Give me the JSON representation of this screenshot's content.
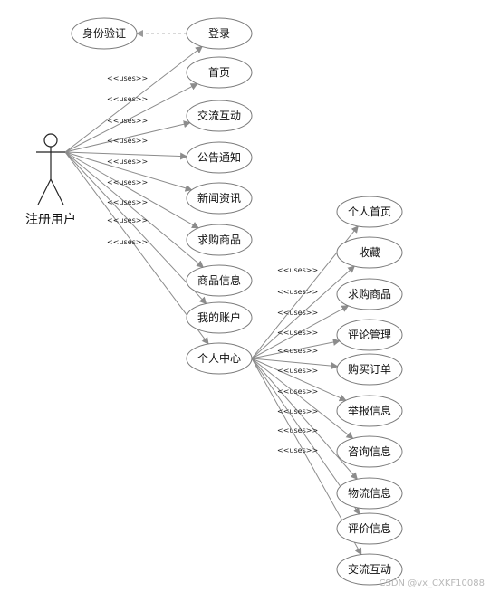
{
  "actor": {
    "label": "注册用户",
    "icon": "stick-figure-icon"
  },
  "stereotype_label": "<<uses>>",
  "extend_case": {
    "label": "身份验证"
  },
  "main_cases": [
    {
      "label": "登录"
    },
    {
      "label": "首页"
    },
    {
      "label": "交流互动"
    },
    {
      "label": "公告通知"
    },
    {
      "label": "新闻资讯"
    },
    {
      "label": "求购商品"
    },
    {
      "label": "商品信息"
    },
    {
      "label": "我的账户"
    },
    {
      "label": "个人中心"
    }
  ],
  "sub_cases": [
    {
      "label": "个人首页"
    },
    {
      "label": "收藏"
    },
    {
      "label": "求购商品"
    },
    {
      "label": "评论管理"
    },
    {
      "label": "购买订单"
    },
    {
      "label": "举报信息"
    },
    {
      "label": "咨询信息"
    },
    {
      "label": "物流信息"
    },
    {
      "label": "评价信息"
    },
    {
      "label": "交流互动"
    }
  ],
  "watermark": "CSDN @vx_CXKF10088"
}
